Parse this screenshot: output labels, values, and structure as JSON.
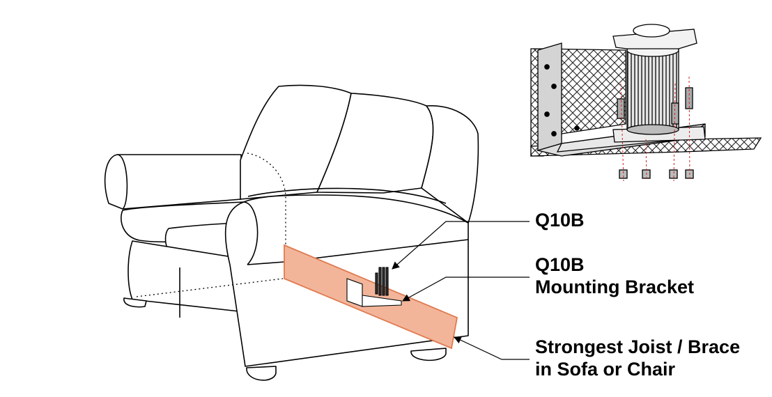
{
  "labels": {
    "device": "Q10B",
    "bracket_line1": "Q10B",
    "bracket_line2": "Mounting Bracket",
    "joist_line1": "Strongest Joist / Brace",
    "joist_line2": "in Sofa or Chair"
  },
  "colors": {
    "joist_fill": "#f2b59a",
    "joist_stroke": "#e07a4f",
    "line": "#000000",
    "detail_gray": "#cfcfcf",
    "bolt_axis": "#d42020"
  },
  "icons": {
    "device": "cylinder-shaker-icon",
    "bracket": "corner-bracket-icon"
  }
}
